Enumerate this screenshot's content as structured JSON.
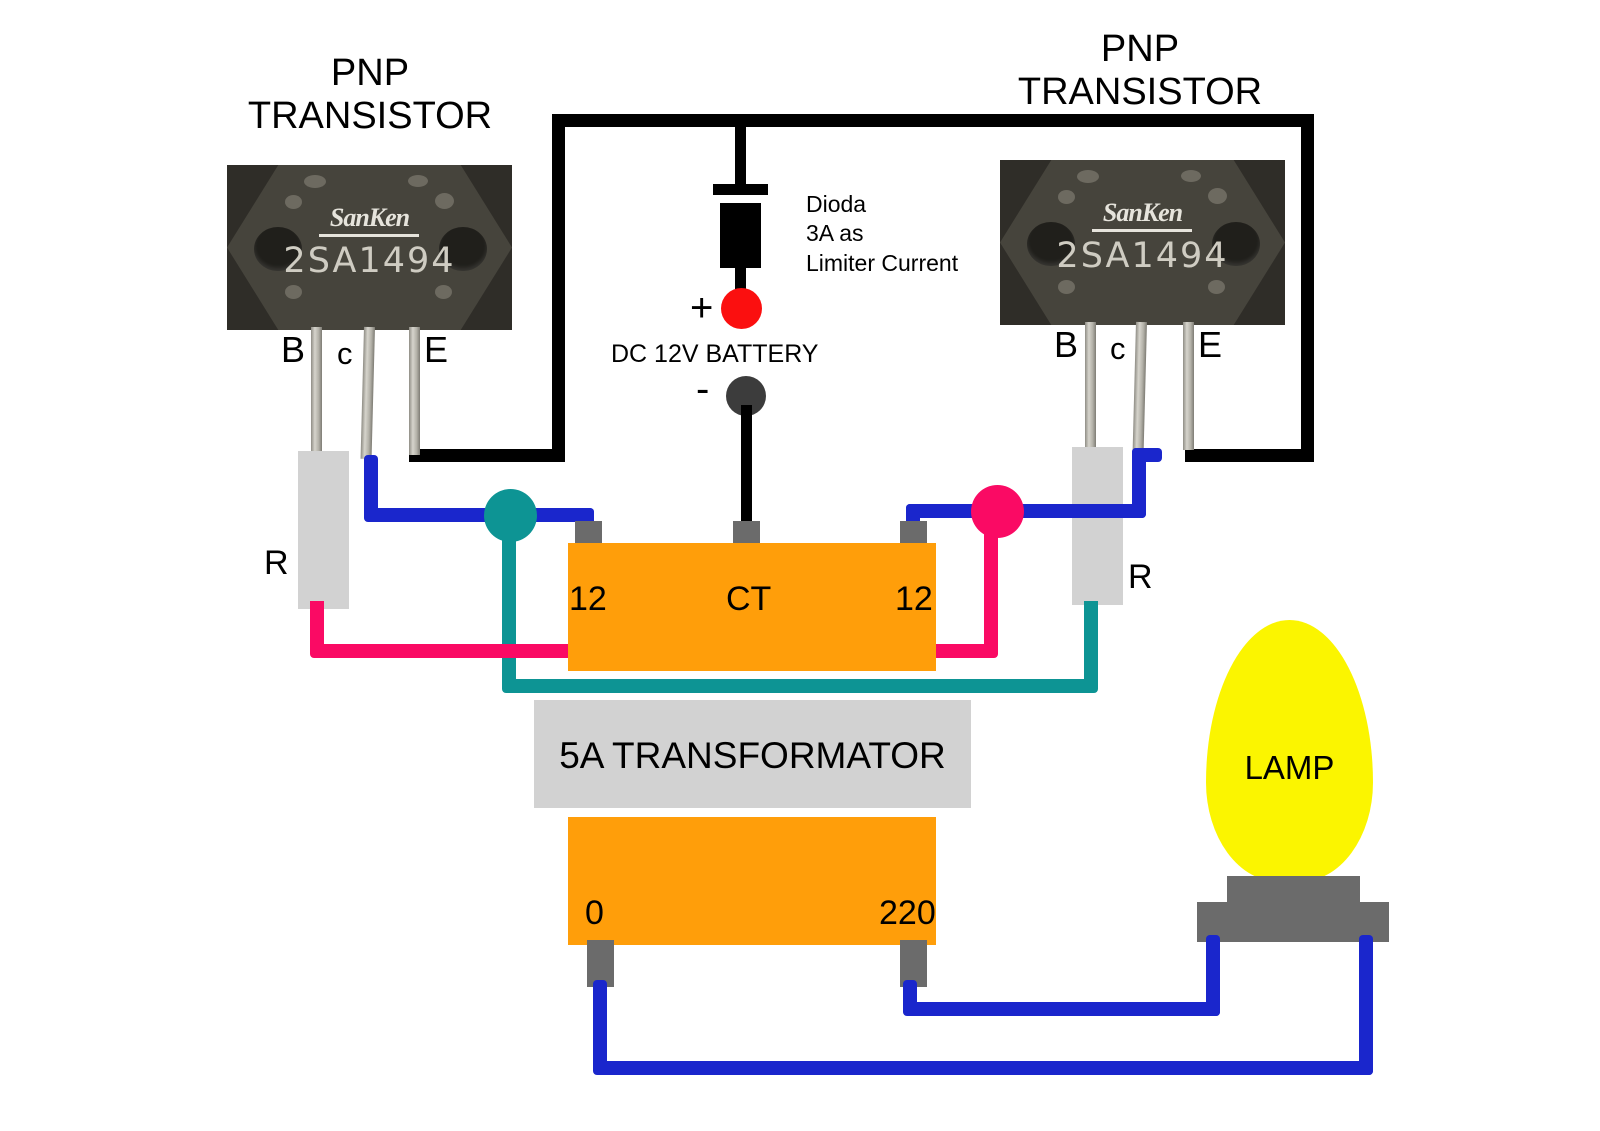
{
  "diagram": {
    "title_left": "PNP\nTRANSISTOR",
    "title_right": "PNP\nTRANSISTOR"
  },
  "transistors": [
    {
      "id": "left",
      "brand": "SanKen",
      "part_number": "2SA1494",
      "pins": {
        "base": "B",
        "collector": "c",
        "emitter": "E"
      },
      "resistor_label": "R"
    },
    {
      "id": "right",
      "brand": "SanKen",
      "part_number": "2SA1494",
      "pins": {
        "base": "B",
        "collector": "c",
        "emitter": "E"
      },
      "resistor_label": "R"
    }
  ],
  "diode": {
    "note_line1": "Dioda",
    "note_line2": "3A as",
    "note_line3": "Limiter Current"
  },
  "battery": {
    "label": "DC 12V BATTERY",
    "plus_sign": "+",
    "minus_sign": "-",
    "plus_color": "#fb0f0f",
    "minus_color": "#3c3c3c"
  },
  "transformer": {
    "label": "5A TRANSFORMATOR",
    "primary_terminals": [
      "12",
      "CT",
      "12"
    ],
    "secondary_terminals": [
      "0",
      "220"
    ],
    "body_color": "#ff9e0a",
    "band_color": "#d2d2d2"
  },
  "lamp": {
    "label": "LAMP",
    "bulb_color": "#fbf500",
    "base_color": "#6b6b6b"
  },
  "wire_colors": {
    "black": "#000000",
    "blue": "#1a26cc",
    "teal": "#0d9494",
    "pink": "#fa0a64"
  }
}
